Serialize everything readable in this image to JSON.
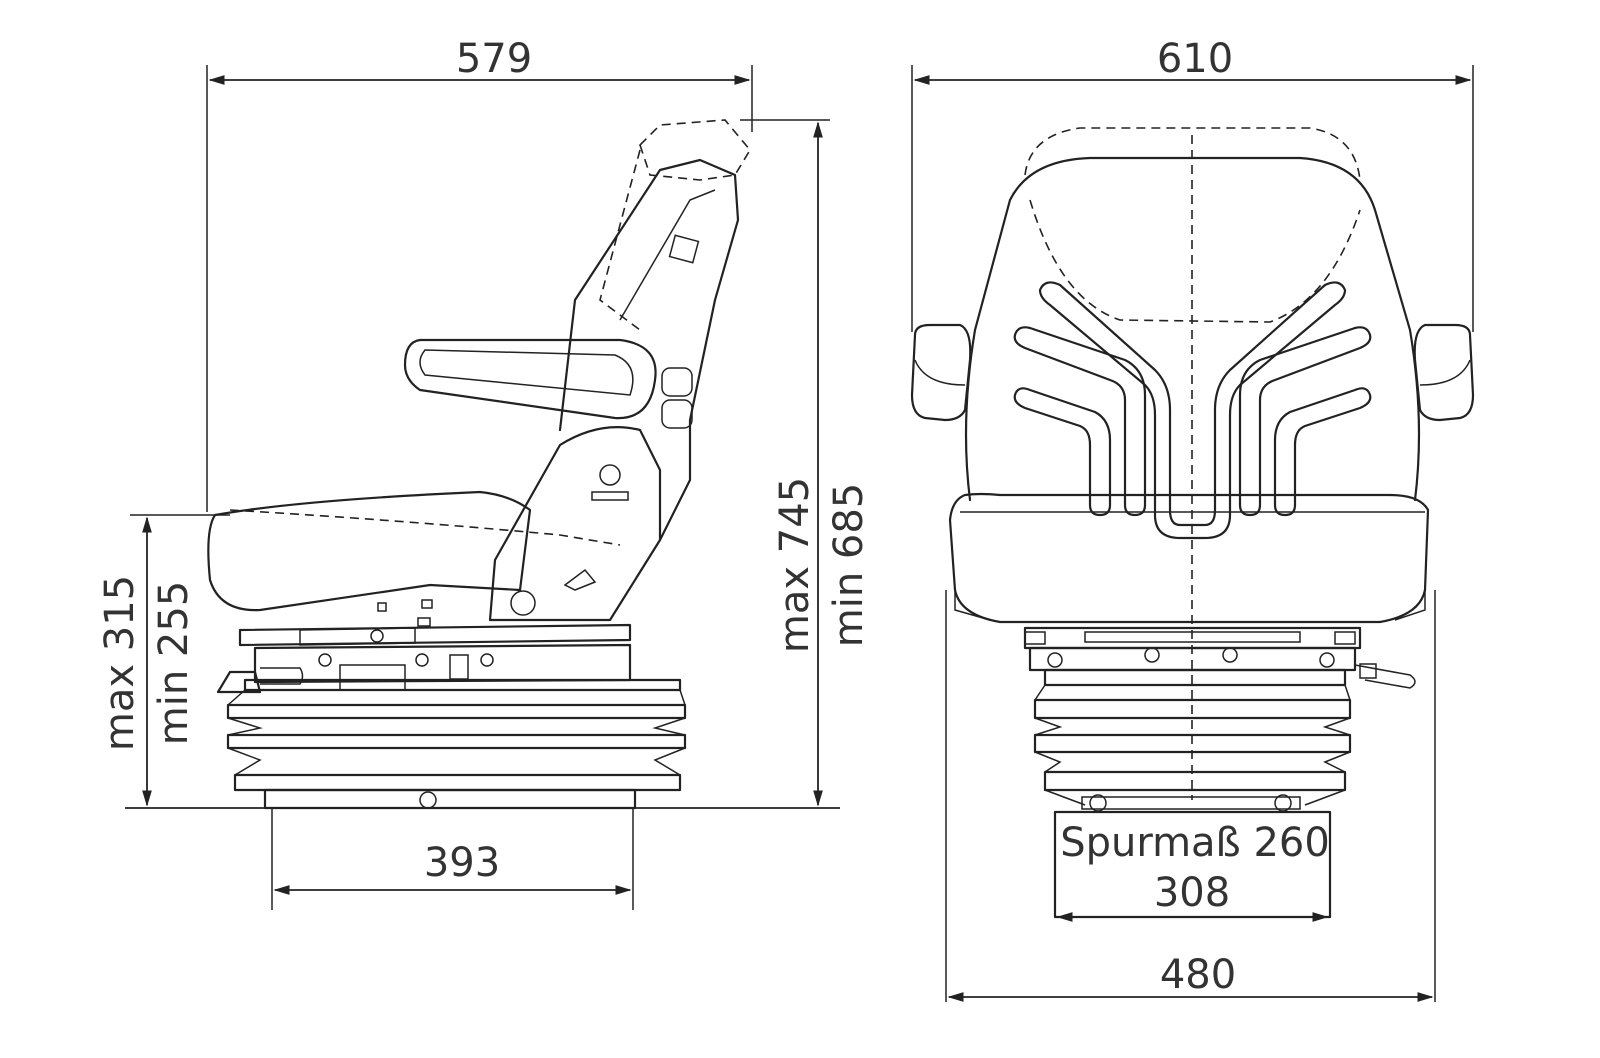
{
  "side_view": {
    "width_label": "579",
    "height_max_label": "max 745",
    "height_min_label": "min 685",
    "seat_height_max_label": "max 315",
    "seat_height_min_label": "min 255",
    "base_width_label": "393"
  },
  "front_view": {
    "width_label": "610",
    "track_label": "Spurmaß 260",
    "base_width_label": "308",
    "seat_width_label": "480"
  }
}
